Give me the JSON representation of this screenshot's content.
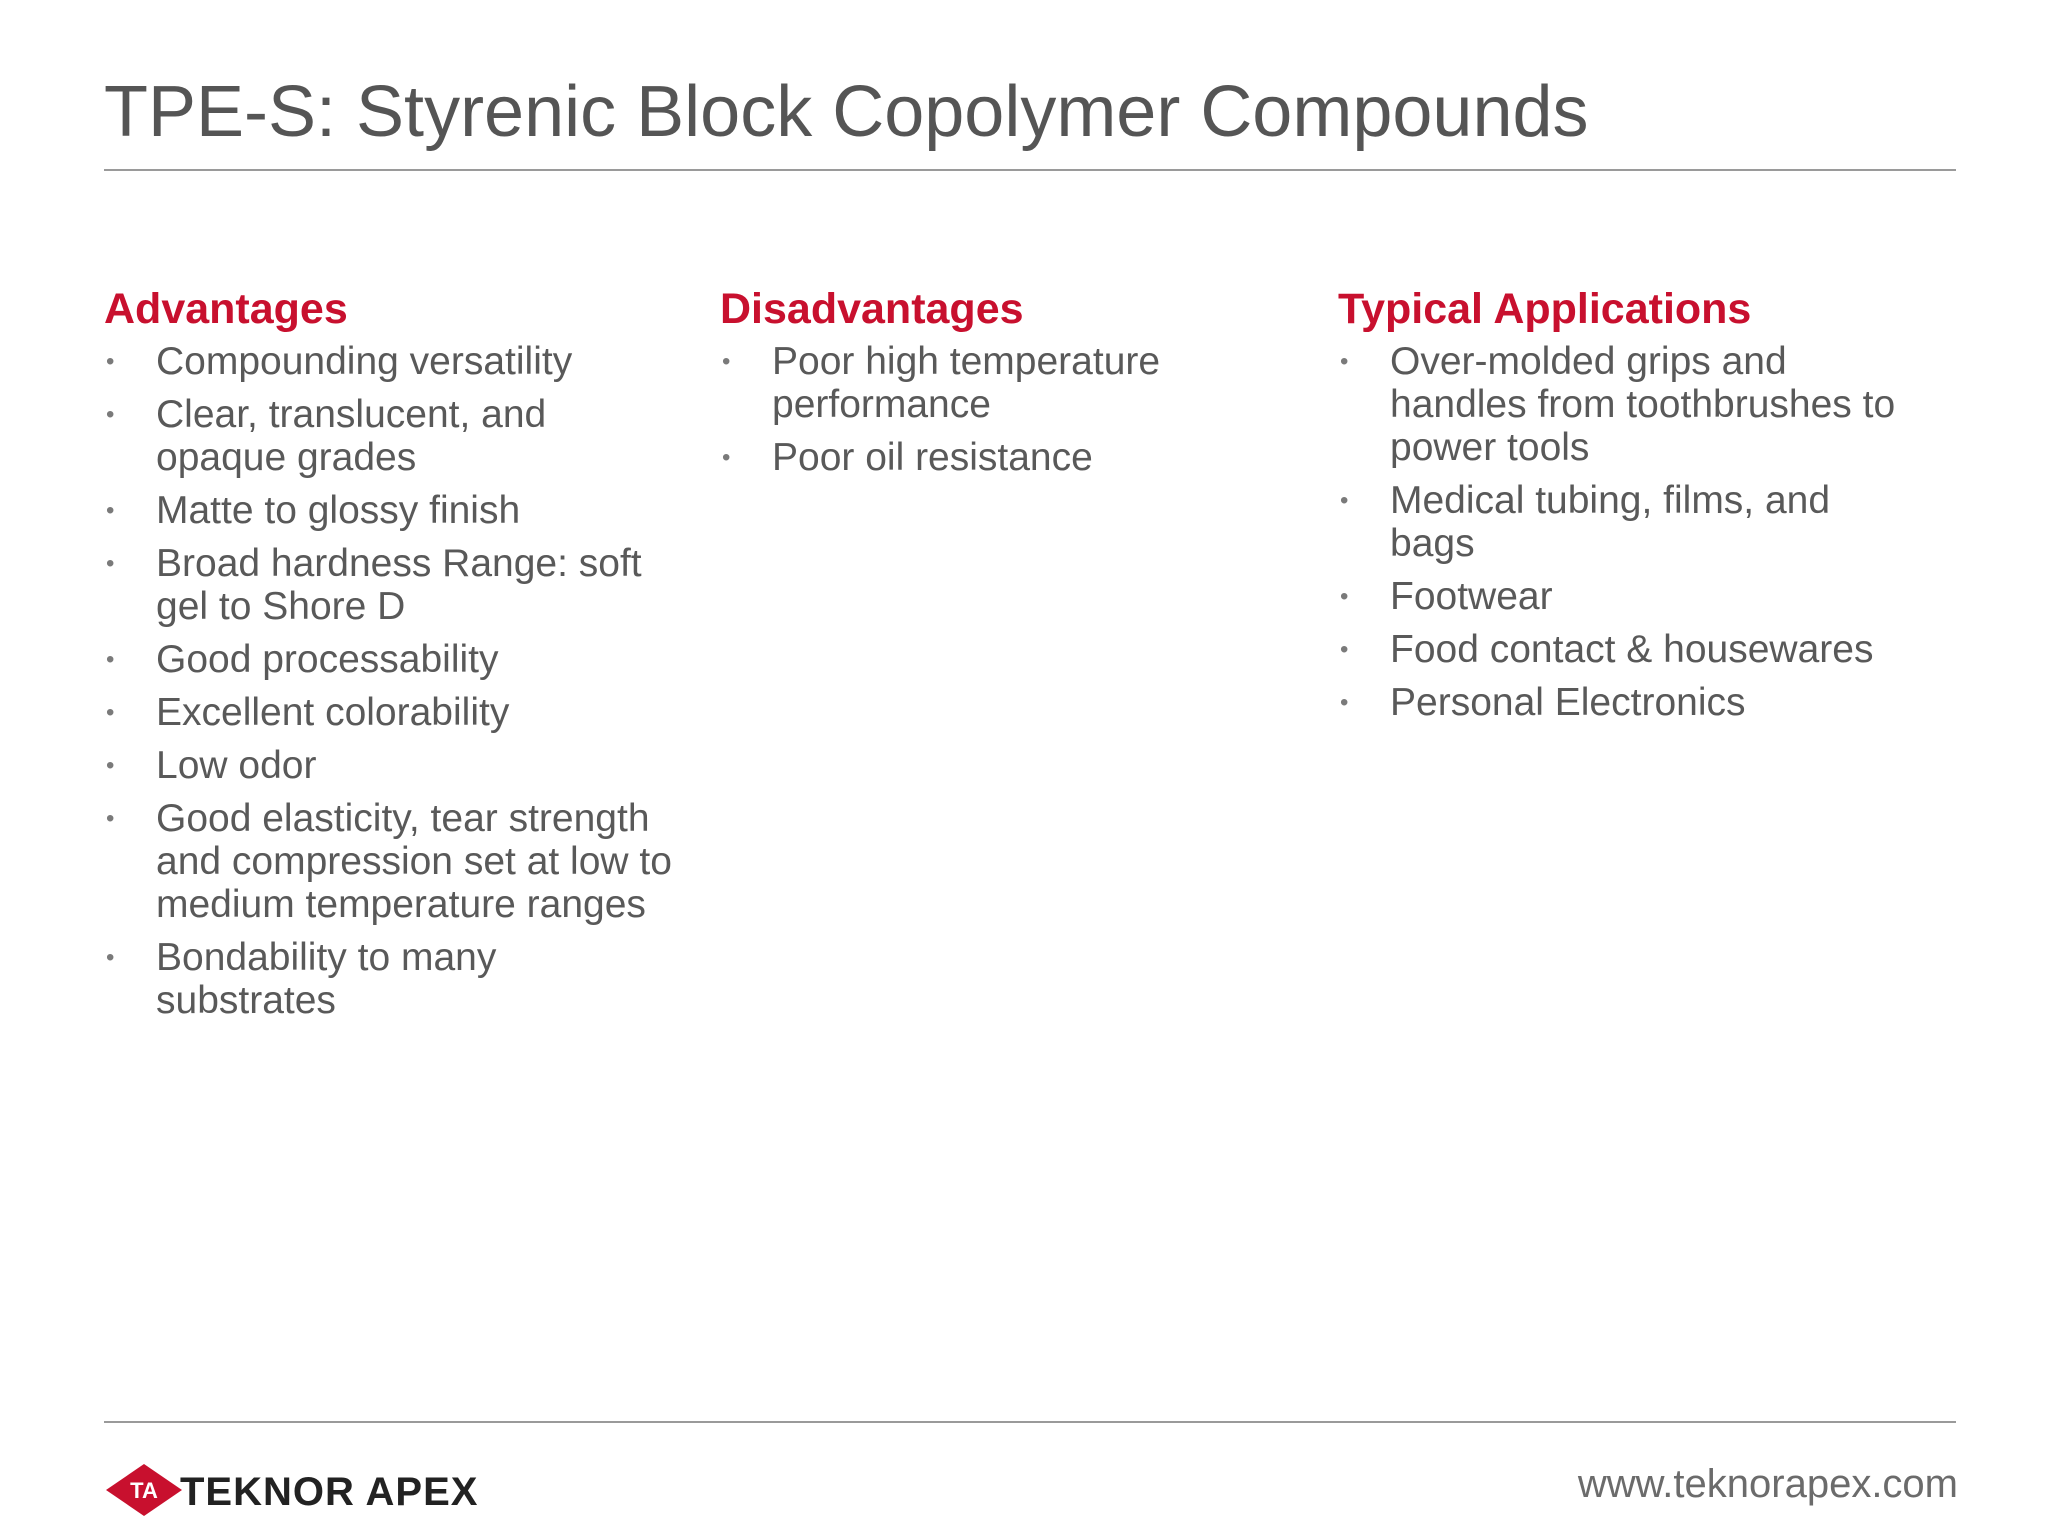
{
  "slide": {
    "title": "TPE-S: Styrenic Block Copolymer Compounds",
    "columns": [
      {
        "heading": "Advantages",
        "items": [
          "Compounding versatility",
          "Clear, translucent, and opaque grades",
          "Matte to glossy finish",
          "Broad hardness Range: soft gel to Shore D",
          "Good processability",
          "Excellent colorability",
          "Low odor",
          "Good elasticity, tear strength and compression set at low to medium temperature ranges",
          "Bondability to many substrates"
        ]
      },
      {
        "heading": "Disadvantages",
        "items": [
          "Poor high temperature performance",
          "Poor oil resistance"
        ]
      },
      {
        "heading": "Typical Applications",
        "items": [
          "Over-molded grips and handles from toothbrushes to power tools",
          "Medical tubing, films, and bags",
          "Footwear",
          "Food contact & housewares",
          "Personal Electronics"
        ]
      }
    ],
    "bullet_glyph": "•",
    "footer": {
      "logo_mark_text": "TA",
      "logo_text": "TEKNOR APEX",
      "url": "www.teknorapex.com"
    },
    "colors": {
      "heading_red": "#c8102e",
      "body_gray": "#595959",
      "title_gray": "#555555",
      "rule_gray": "#9a9a9a"
    }
  }
}
